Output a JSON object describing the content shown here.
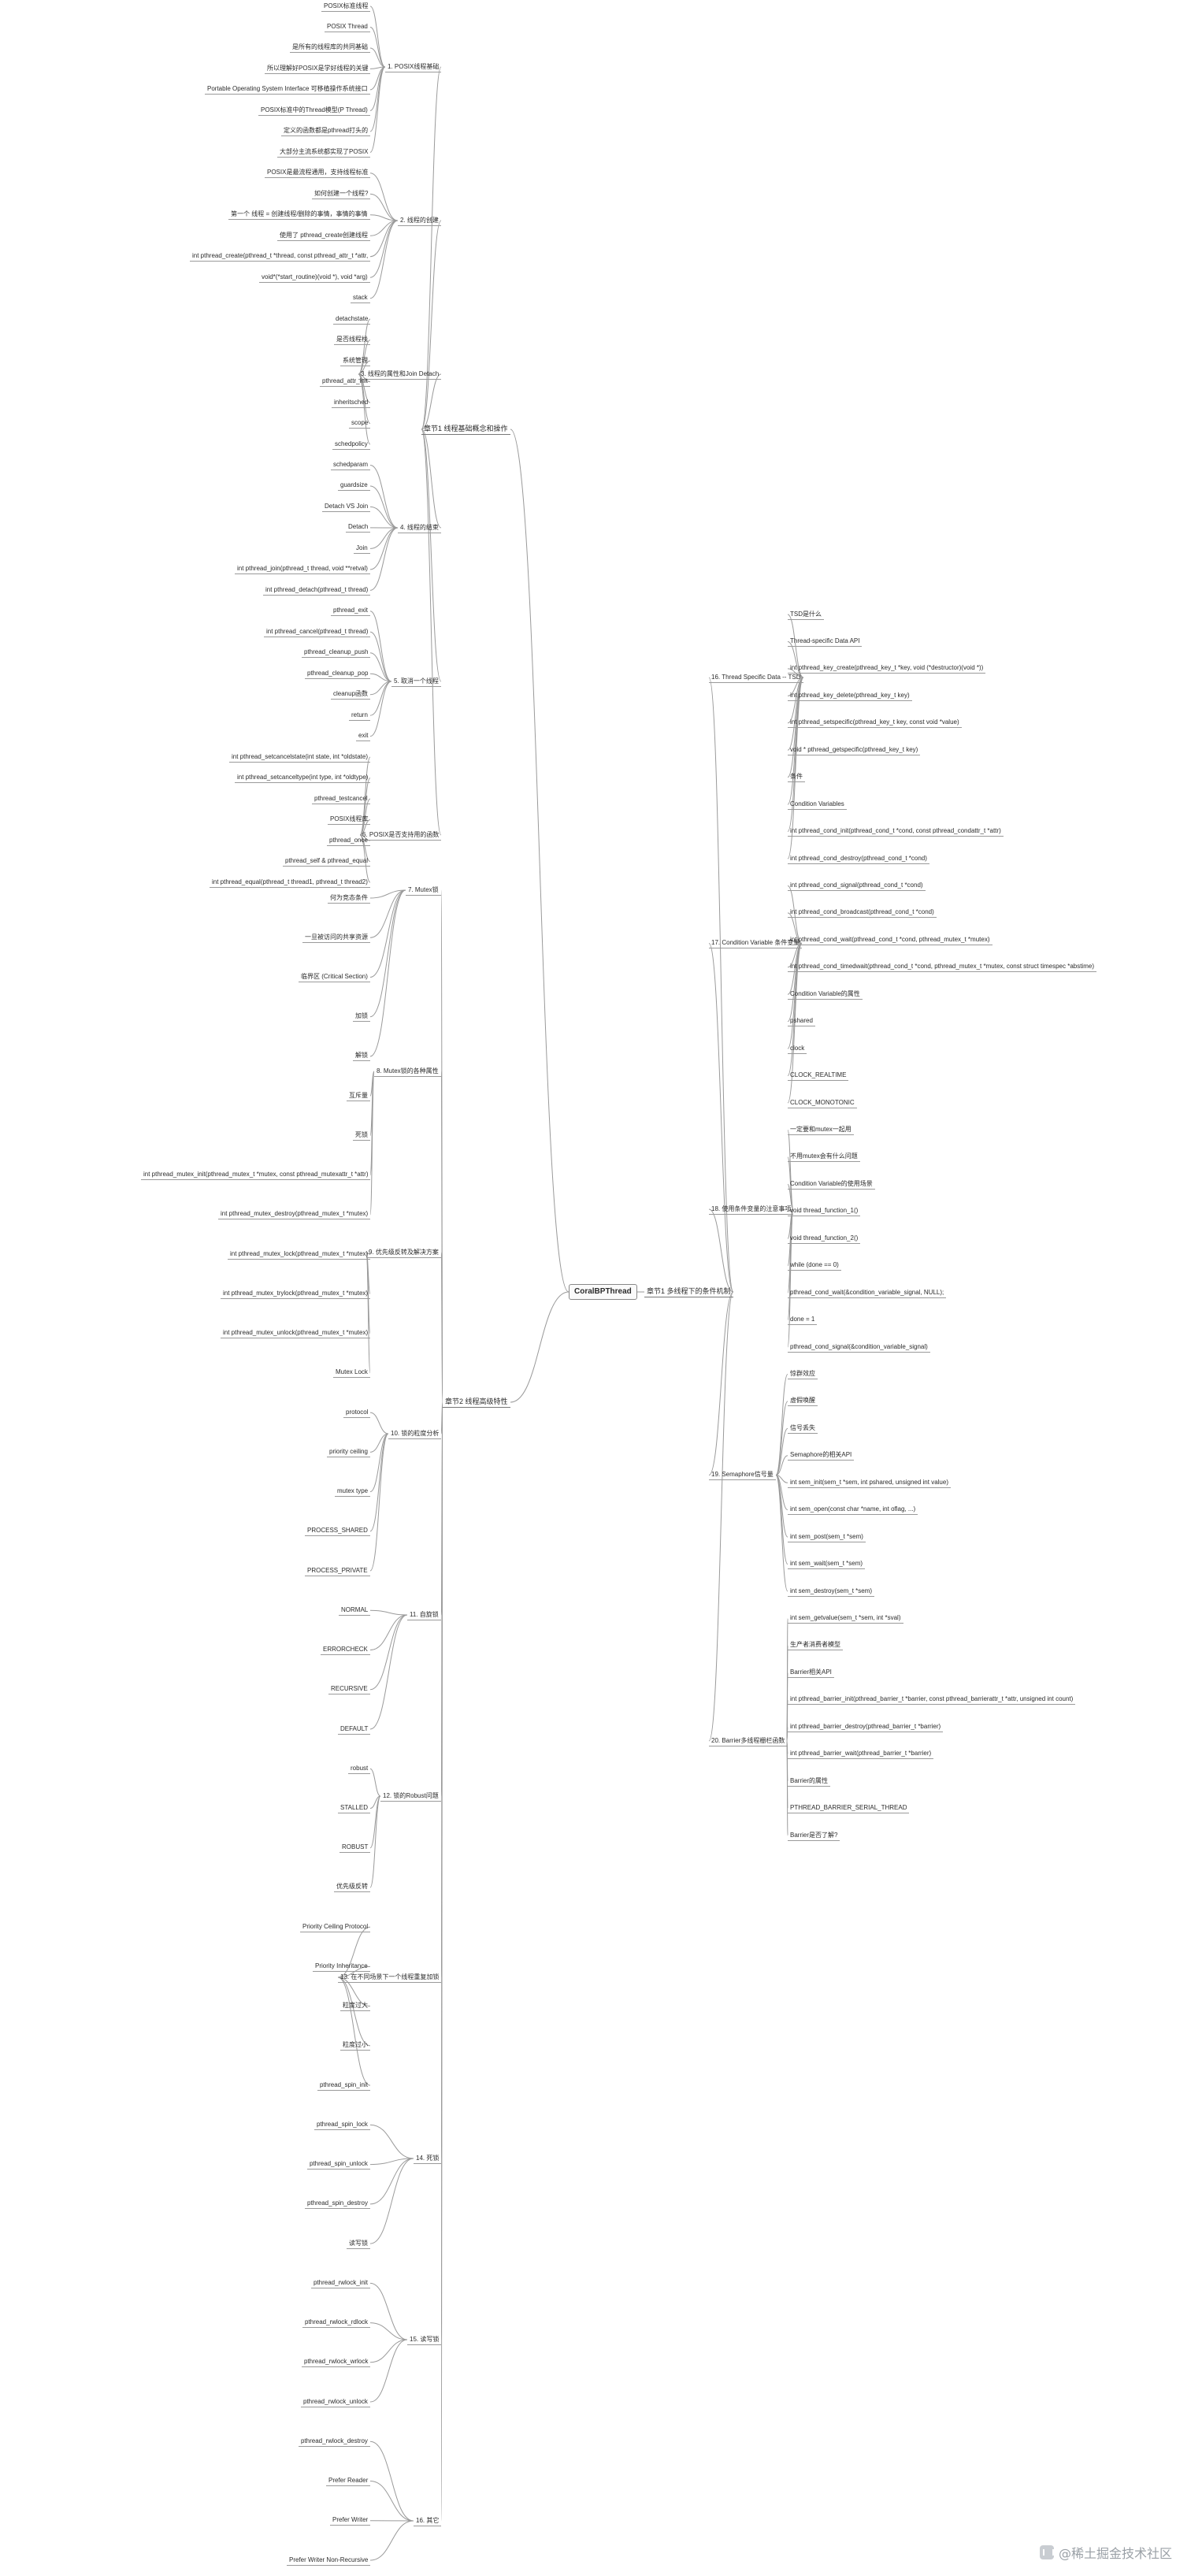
{
  "root": "CoralBPThread",
  "left_branches": [
    "章节1 线程基础概念和操作",
    "章节2 线程高级特性"
  ],
  "right_branches": [
    "章节1 多线程下的条件机制"
  ],
  "chapter1_groups": [
    "1. POSIX线程基础",
    "2. 线程的创建",
    "3. 线程的属性和Join Detach",
    "4. 线程的结束",
    "5. 取消一个线程",
    "6. POSIX是否支持用的函数"
  ],
  "chapter2_groups": [
    "7. Mutex锁",
    "8. Mutex锁的各种属性",
    "9. 优先级反转及解决方案",
    "10. 锁的粒度分析",
    "11. 自旋锁",
    "12. 锁的Robust问题",
    "13. 在不同场景下一个线程重复加锁",
    "14. 死锁",
    "15. 读写锁",
    "16. 其它"
  ],
  "right_groups": [
    "16. Thread Specific Data -- TSD",
    "17. Condition Variable 条件变量",
    "18. 使用条件变量的注意事项",
    "19. Semaphore信号量",
    "20. Barrier多线程栅栏函数"
  ],
  "leaves_left_ch1": [
    "POSIX标准线程",
    "POSIX Thread",
    "是所有的线程库的共同基础",
    "所以理解好POSIX是学好线程的关键",
    "Portable Operating System Interface 可移植操作系统接口",
    "POSIX标准中的Thread模型(P Thread)",
    "定义的函数都是pthread打头的",
    "大部分主流系统都实现了POSIX",
    "POSIX是最流程通用，支持线程标准",
    "如何创建一个线程?",
    "第一个 线程 = 创建线程/删除的事情，事情的事情",
    "使用了 pthread_create创建线程",
    "int pthread_create(pthread_t *thread, const pthread_attr_t *attr,",
    "void*(*start_routine)(void *), void *arg)",
    "stack",
    "detachstate",
    "是否线程栈",
    "系统管理",
    "pthread_attr_init",
    "inheritsched",
    "scope",
    "schedpolicy",
    "schedparam",
    "guardsize",
    "Detach VS Join",
    "Detach",
    "Join",
    "int pthread_join(pthread_t thread, void **retval)",
    "int pthread_detach(pthread_t thread)",
    "pthread_exit",
    "int pthread_cancel(pthread_t thread)",
    "pthread_cleanup_push",
    "pthread_cleanup_pop",
    "cleanup函数",
    "return",
    "exit",
    "int pthread_setcancelstate(int state, int *oldstate)",
    "int pthread_setcanceltype(int type, int *oldtype)",
    "pthread_testcancel",
    "POSIX线程库",
    "pthread_once",
    "pthread_self & pthread_equal",
    "int pthread_equal(pthread_t thread1, pthread_t thread2)"
  ],
  "leaves_left_ch2": [
    "何为竞态条件",
    "一旦被访问的共享资源",
    "临界区 (Critical Section)",
    "加锁",
    "解锁",
    "互斥量",
    "死锁",
    "int pthread_mutex_init(pthread_mutex_t *mutex, const pthread_mutexattr_t *attr)",
    "int pthread_mutex_destroy(pthread_mutex_t *mutex)",
    "int pthread_mutex_lock(pthread_mutex_t *mutex)",
    "int pthread_mutex_trylock(pthread_mutex_t *mutex)",
    "int pthread_mutex_unlock(pthread_mutex_t *mutex)",
    "Mutex Lock",
    "protocol",
    "priority ceiling",
    "mutex type",
    "PROCESS_SHARED",
    "PROCESS_PRIVATE",
    "NORMAL",
    "ERRORCHECK",
    "RECURSIVE",
    "DEFAULT",
    "robust",
    "STALLED",
    "ROBUST",
    "优先级反转",
    "Priority Ceiling Protocol",
    "Priority Inheritance",
    "粒度过大",
    "粒度过小",
    "pthread_spin_init",
    "pthread_spin_lock",
    "pthread_spin_unlock",
    "pthread_spin_destroy",
    "读写锁",
    "pthread_rwlock_init",
    "pthread_rwlock_rdlock",
    "pthread_rwlock_wrlock",
    "pthread_rwlock_unlock",
    "pthread_rwlock_destroy",
    "Prefer Reader",
    "Prefer Writer",
    "Prefer Writer Non-Recursive"
  ],
  "leaves_right": [
    "TSD是什么",
    "Thread-specific Data API",
    "int pthread_key_create(pthread_key_t *key, void (*destructor)(void *))",
    "int pthread_key_delete(pthread_key_t key)",
    "int pthread_setspecific(pthread_key_t key, const void *value)",
    "void * pthread_getspecific(pthread_key_t key)",
    "条件",
    "Condition Variables",
    "int pthread_cond_init(pthread_cond_t *cond, const pthread_condattr_t *attr)",
    "int pthread_cond_destroy(pthread_cond_t *cond)",
    "int pthread_cond_signal(pthread_cond_t *cond)",
    "int pthread_cond_broadcast(pthread_cond_t *cond)",
    "int pthread_cond_wait(pthread_cond_t *cond, pthread_mutex_t *mutex)",
    "int pthread_cond_timedwait(pthread_cond_t *cond, pthread_mutex_t *mutex, const struct timespec *abstime)",
    "Condition Variable的属性",
    "pshared",
    "clock",
    "CLOCK_REALTIME",
    "CLOCK_MONOTONIC",
    "一定要和mutex一起用",
    "不用mutex会有什么问题",
    "Condition Variable的使用场景",
    "void thread_function_1()",
    "void thread_function_2()",
    "while (done == 0)",
    "pthread_cond_wait(&condition_variable_signal, NULL);",
    "done = 1",
    "pthread_cond_signal(&condition_variable_signal)",
    "惊群效应",
    "虚假唤醒",
    "信号丢失",
    "Semaphore的相关API",
    "int sem_init(sem_t *sem, int pshared, unsigned int value)",
    "int sem_open(const char *name, int oflag, ...)",
    "int sem_post(sem_t *sem)",
    "int sem_wait(sem_t *sem)",
    "int sem_destroy(sem_t *sem)",
    "int sem_getvalue(sem_t *sem, int *sval)",
    "生产者消费者模型",
    "Barrier相关API",
    "int pthread_barrier_init(pthread_barrier_t *barrier, const pthread_barrierattr_t *attr, unsigned int count)",
    "int pthread_barrier_destroy(pthread_barrier_t *barrier)",
    "int pthread_barrier_wait(pthread_barrier_t *barrier)",
    "Barrier的属性",
    "PTHREAD_BARRIER_SERIAL_THREAD",
    "Barrier是否了解?"
  ],
  "watermark": "@稀土掘金技术社区",
  "colors": {
    "line": "#9a9a9a",
    "text": "#2b2b2b",
    "background": "#ffffff",
    "watermark": "#9aa0a6"
  }
}
